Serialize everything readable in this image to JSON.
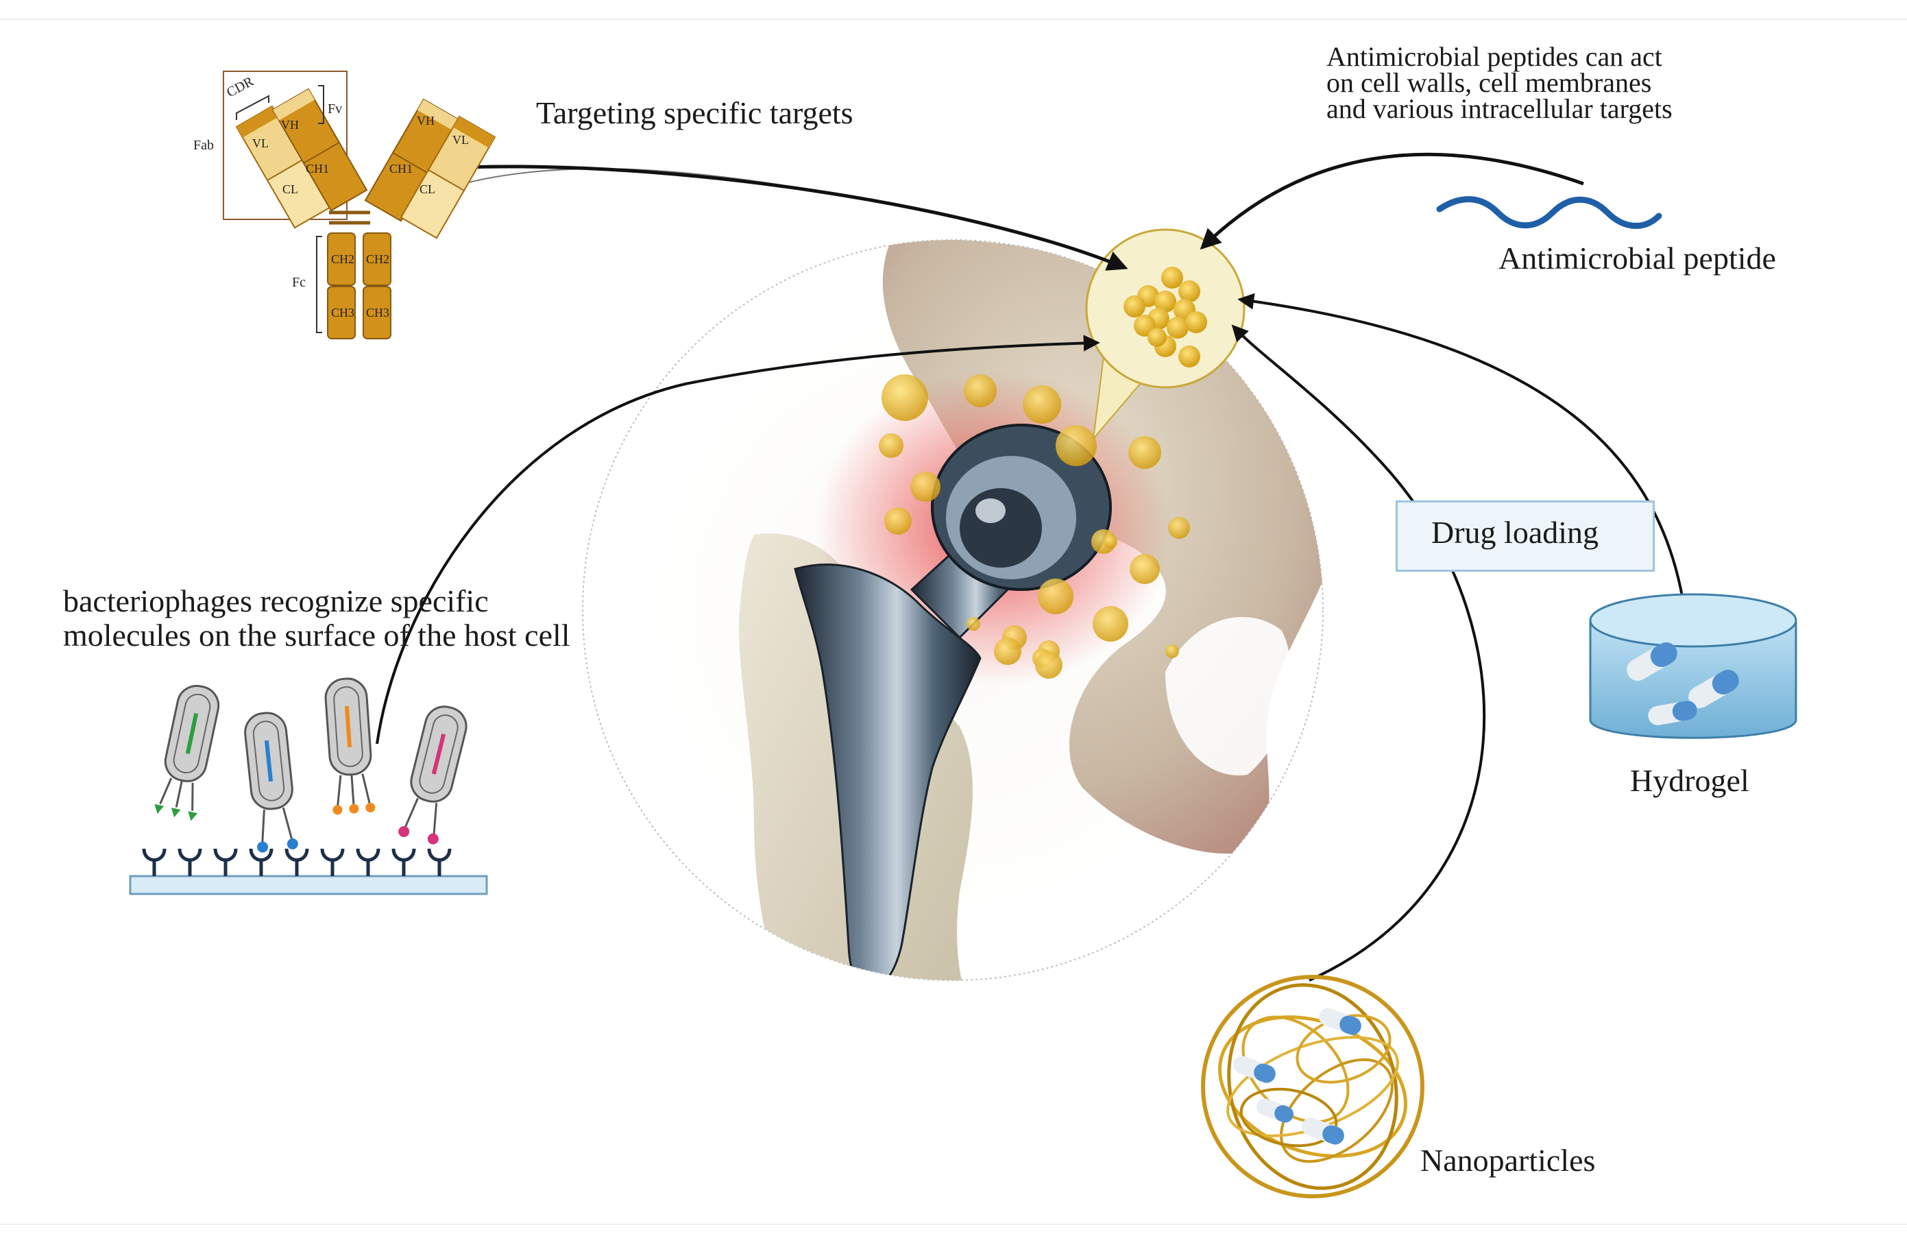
{
  "labels": {
    "targeting": "Targeting specific targets",
    "amp_action": [
      "Antimicrobial peptides can act",
      "on cell walls, cell membranes",
      "and various intracellular targets"
    ],
    "amp": "Antimicrobial peptide",
    "drug_loading": "Drug loading",
    "hydrogel": "Hydrogel",
    "nanoparticles": "Nanoparticles",
    "phage": [
      "bacteriophages recognize specific",
      "molecules on the surface of the host cell"
    ]
  },
  "antibody": {
    "cdr": "CDR",
    "fv": "Fv",
    "fab": "Fab",
    "fc": "Fc",
    "vl": "VL",
    "vh": "VH",
    "ch1": "CH1",
    "cl": "CL",
    "ch2": "CH2",
    "ch3": "CH3"
  },
  "colors": {
    "arrow": "#111111",
    "bone": "#ddd6c4",
    "metal": "#4a5f74",
    "infection": "#e23a3a",
    "gold": "#e3b21c",
    "peptide": "#1f5fa8",
    "hydrogel": "#8fc4e2",
    "fiber": "#c9961b",
    "antibody_dark": "#d2911a",
    "antibody_light": "#f2d58c"
  }
}
